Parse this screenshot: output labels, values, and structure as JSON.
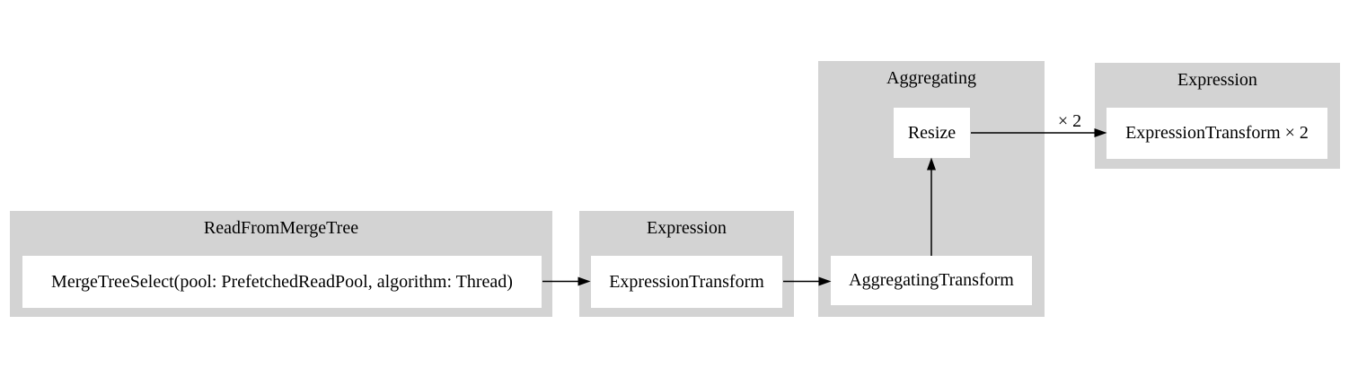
{
  "diagram": {
    "kind": "query-pipeline-graph",
    "colors": {
      "background": "#ffffff",
      "cluster_fill": "#d3d3d3",
      "node_fill": "#ffffff",
      "text": "#000000",
      "edge": "#000000"
    },
    "clusters": [
      {
        "title": "ReadFromMergeTree",
        "nodes": [
          {
            "label": "MergeTreeSelect(pool: PrefetchedReadPool, algorithm: Thread)"
          }
        ]
      },
      {
        "title": "Expression",
        "nodes": [
          {
            "label": "ExpressionTransform"
          }
        ]
      },
      {
        "title": "Aggregating",
        "nodes": [
          {
            "label": "Resize"
          },
          {
            "label": "AggregatingTransform"
          }
        ]
      },
      {
        "title": "Expression",
        "nodes": [
          {
            "label": "ExpressionTransform × 2"
          }
        ]
      }
    ],
    "edges": [
      {
        "from": "MergeTreeSelect(pool: PrefetchedReadPool, algorithm: Thread)",
        "to": "ExpressionTransform",
        "label": ""
      },
      {
        "from": "ExpressionTransform",
        "to": "AggregatingTransform",
        "label": ""
      },
      {
        "from": "AggregatingTransform",
        "to": "Resize",
        "label": ""
      },
      {
        "from": "Resize",
        "to": "ExpressionTransform × 2",
        "label": "× 2"
      }
    ]
  }
}
